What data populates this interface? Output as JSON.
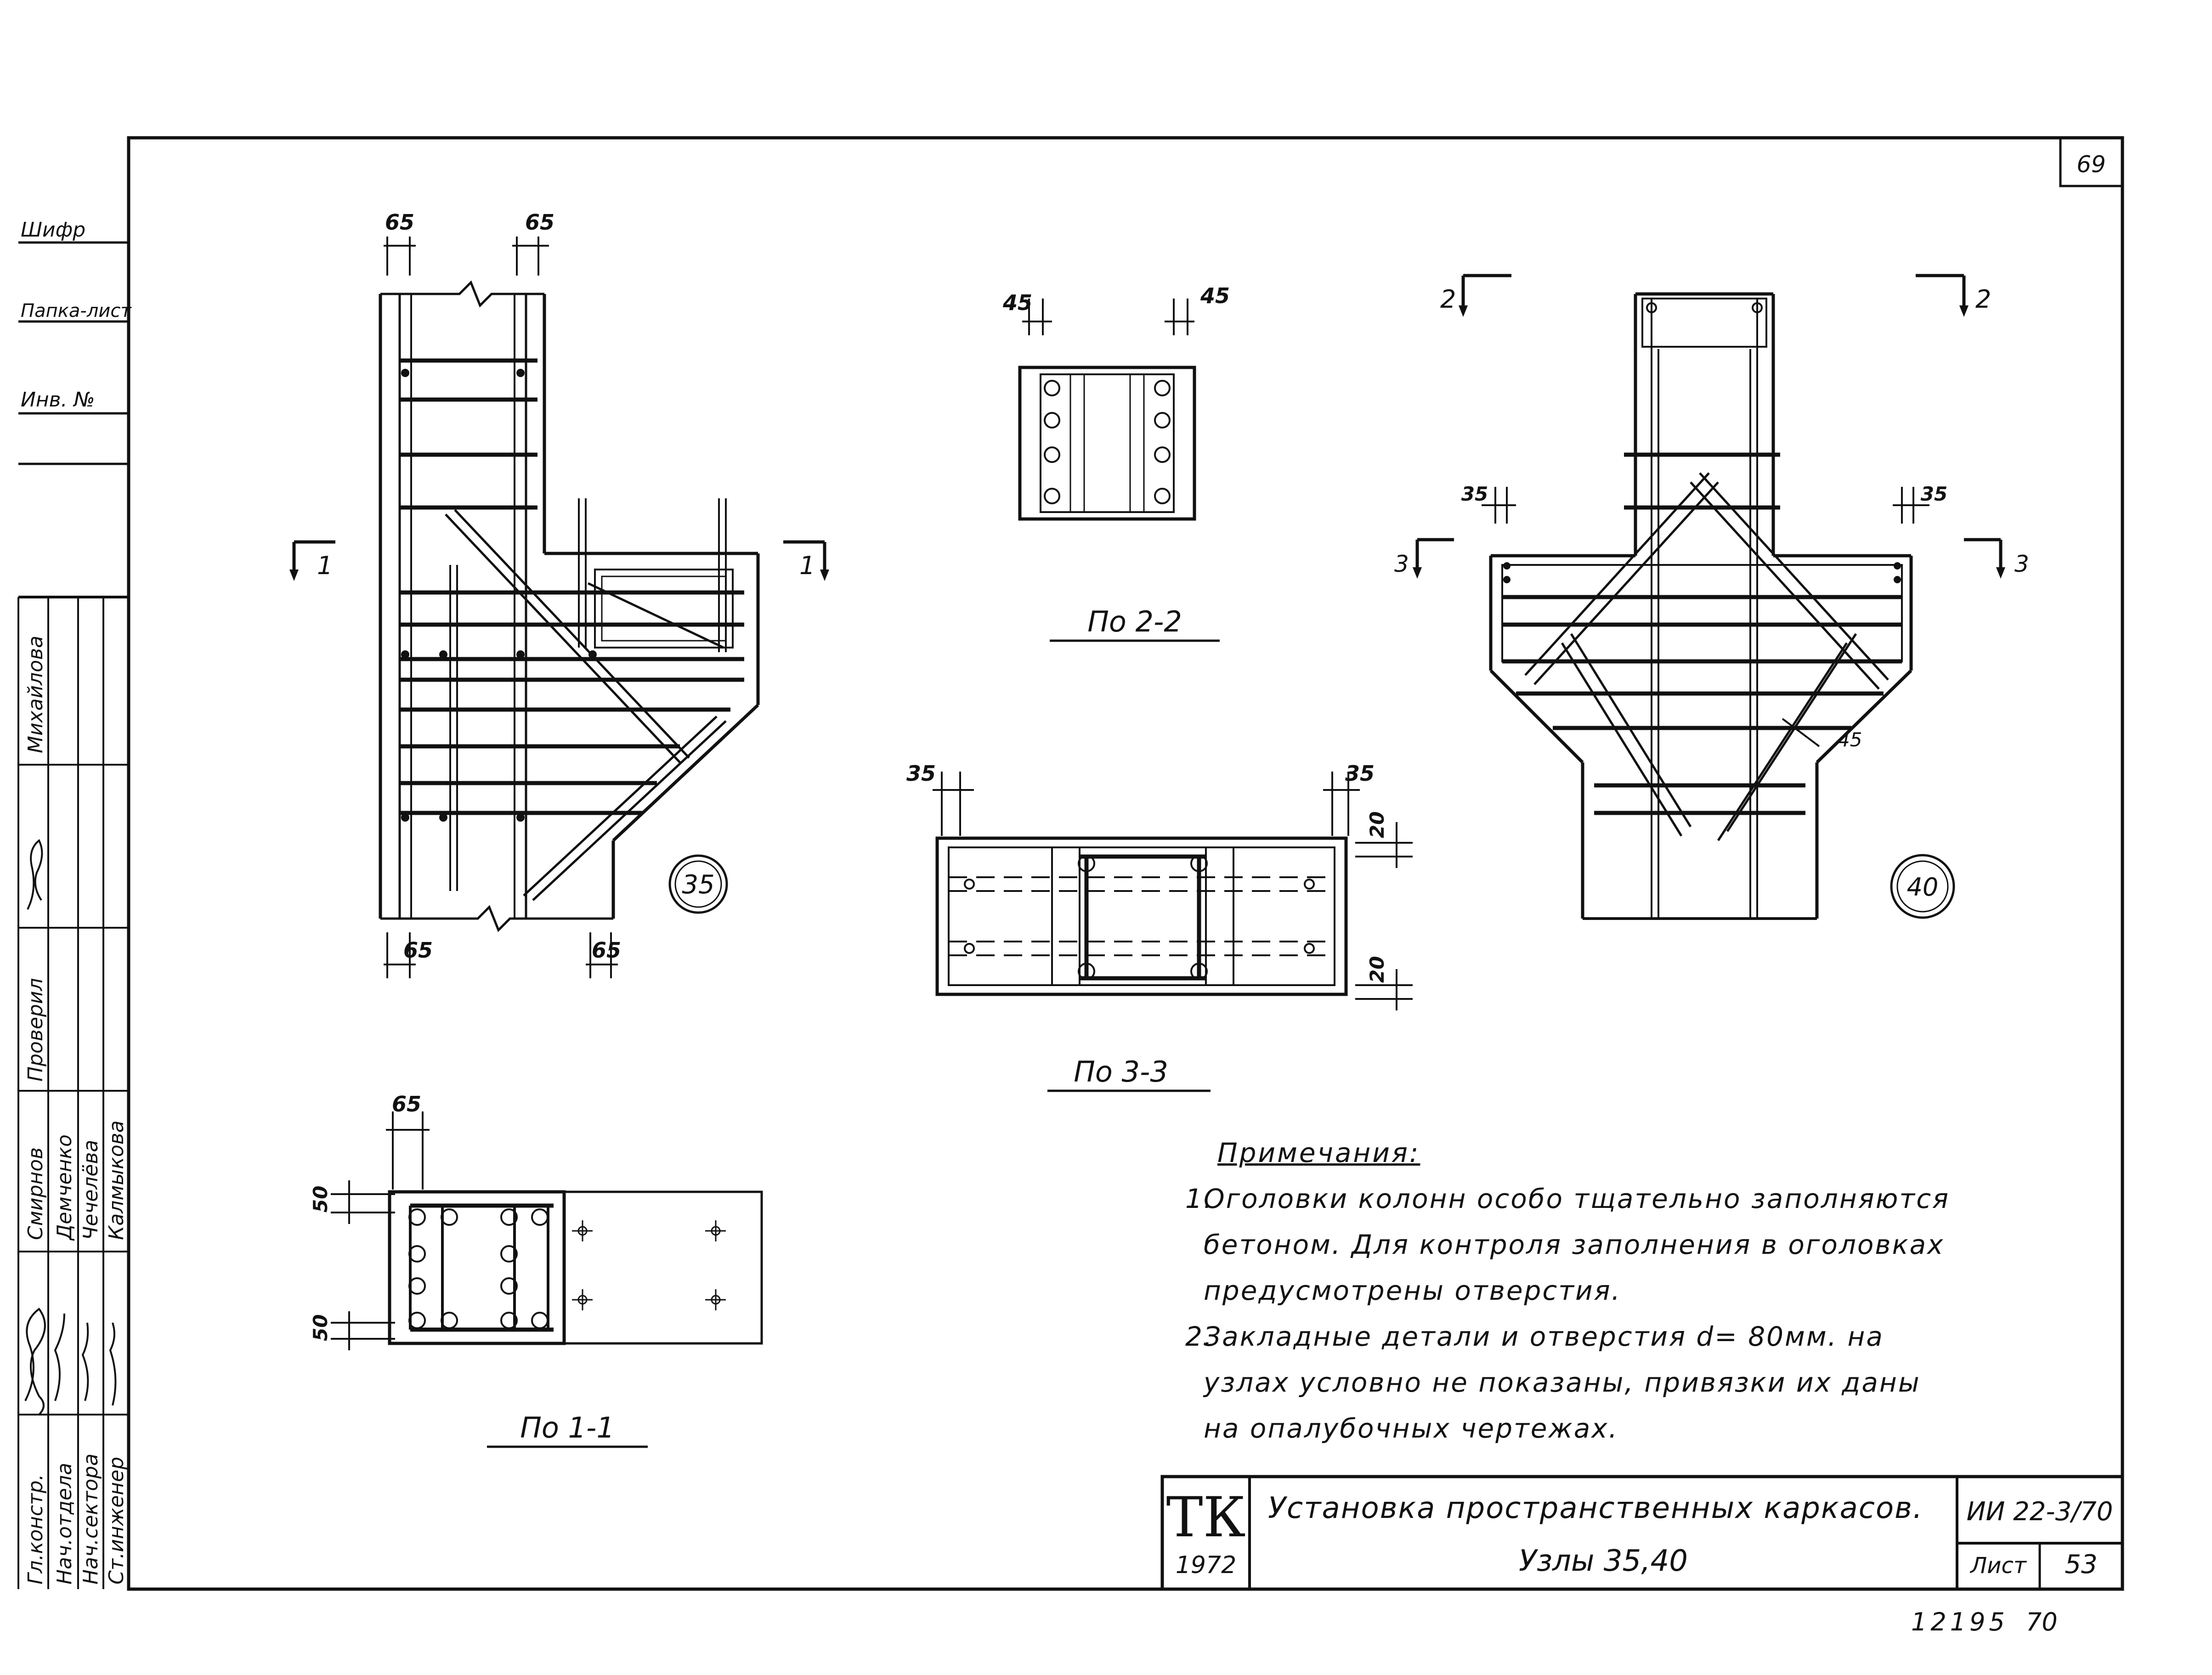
{
  "sheet": {
    "page_number": "69",
    "archive_number": "12195",
    "archive_suffix": "70"
  },
  "side_stamp": {
    "top_labels": [
      "Шифр",
      "Папка-лист",
      "Инв. №"
    ],
    "vertical_labels": [
      "Михайлова",
      "Проверил",
      "Смирнов",
      "Демченко",
      "Чечелёва",
      "Калмыкова"
    ],
    "roles": [
      "Гл.констр.",
      "Нач.отдела",
      "Нач.сектора",
      "Ст.инженер"
    ]
  },
  "views": {
    "node35": {
      "number": "35",
      "dim_top": [
        "65",
        "65"
      ],
      "dim_bottom": [
        "65",
        "65"
      ],
      "section_left": "1",
      "section_right": "1"
    },
    "node40": {
      "number": "40",
      "section_2_left": "2",
      "section_2_right": "2",
      "section_3_left": "3",
      "section_3_right": "3",
      "dim_35_left": "35",
      "dim_35_right": "35",
      "dim_45": "45"
    },
    "sec22": {
      "caption": "По 2-2",
      "dim_left": "45",
      "dim_right": "45"
    },
    "sec33": {
      "caption": "По 3-3",
      "dim_left": "35",
      "dim_right": "35",
      "dim_20_top": "20",
      "dim_20_bottom": "20"
    },
    "sec11": {
      "caption": "По 1-1",
      "dim_top": "65",
      "dim_50_top": "50",
      "dim_50_bottom": "50"
    }
  },
  "notes": {
    "title": "Примечания:",
    "items": [
      {
        "num": "1.",
        "lines": [
          "Оголовки колонн особо тщательно заполняются",
          "бетоном. Для контроля заполнения в оголовках",
          "предусмотрены отверстия."
        ]
      },
      {
        "num": "2.",
        "lines": [
          "Закладные детали и отверстия d= 80мм. на",
          "узлах условно не показаны, привязки их даны",
          "на опалубочных чертежах."
        ]
      }
    ]
  },
  "title_block": {
    "logo": "ТК",
    "year": "1972",
    "title_line1": "Установка пространственных каркасов.",
    "title_line2": "Узлы 35,40",
    "code": "ИИ 22-3/70",
    "sheet_label": "Лист",
    "sheet_number": "53"
  }
}
